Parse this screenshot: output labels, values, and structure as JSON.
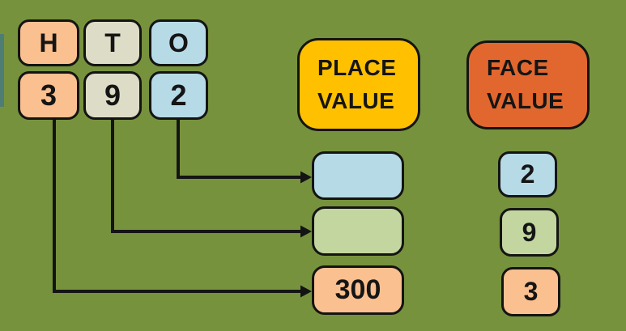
{
  "colors": {
    "background": "#77923D",
    "accent-strip": "#4E7D74",
    "peach": "#FAC090",
    "tan": "#DDDCC6",
    "blue": "#B7DBE6",
    "light-green": "#C3D69F",
    "yellow": "#FFC000",
    "orange": "#E2672E",
    "line": "#141414"
  },
  "number_columns": [
    {
      "place_letter": "H",
      "digit": "3"
    },
    {
      "place_letter": "T",
      "digit": "9"
    },
    {
      "place_letter": "O",
      "digit": "2"
    }
  ],
  "place_value": {
    "header": {
      "line1": "PLACE",
      "line2": "VALUE"
    },
    "results": [
      {
        "value": ""
      },
      {
        "value": ""
      },
      {
        "value": "300"
      }
    ]
  },
  "face_value": {
    "header": {
      "line1": "FACE",
      "line2": "VALUE"
    },
    "results": [
      {
        "value": "2"
      },
      {
        "value": "9"
      },
      {
        "value": "3"
      }
    ]
  }
}
